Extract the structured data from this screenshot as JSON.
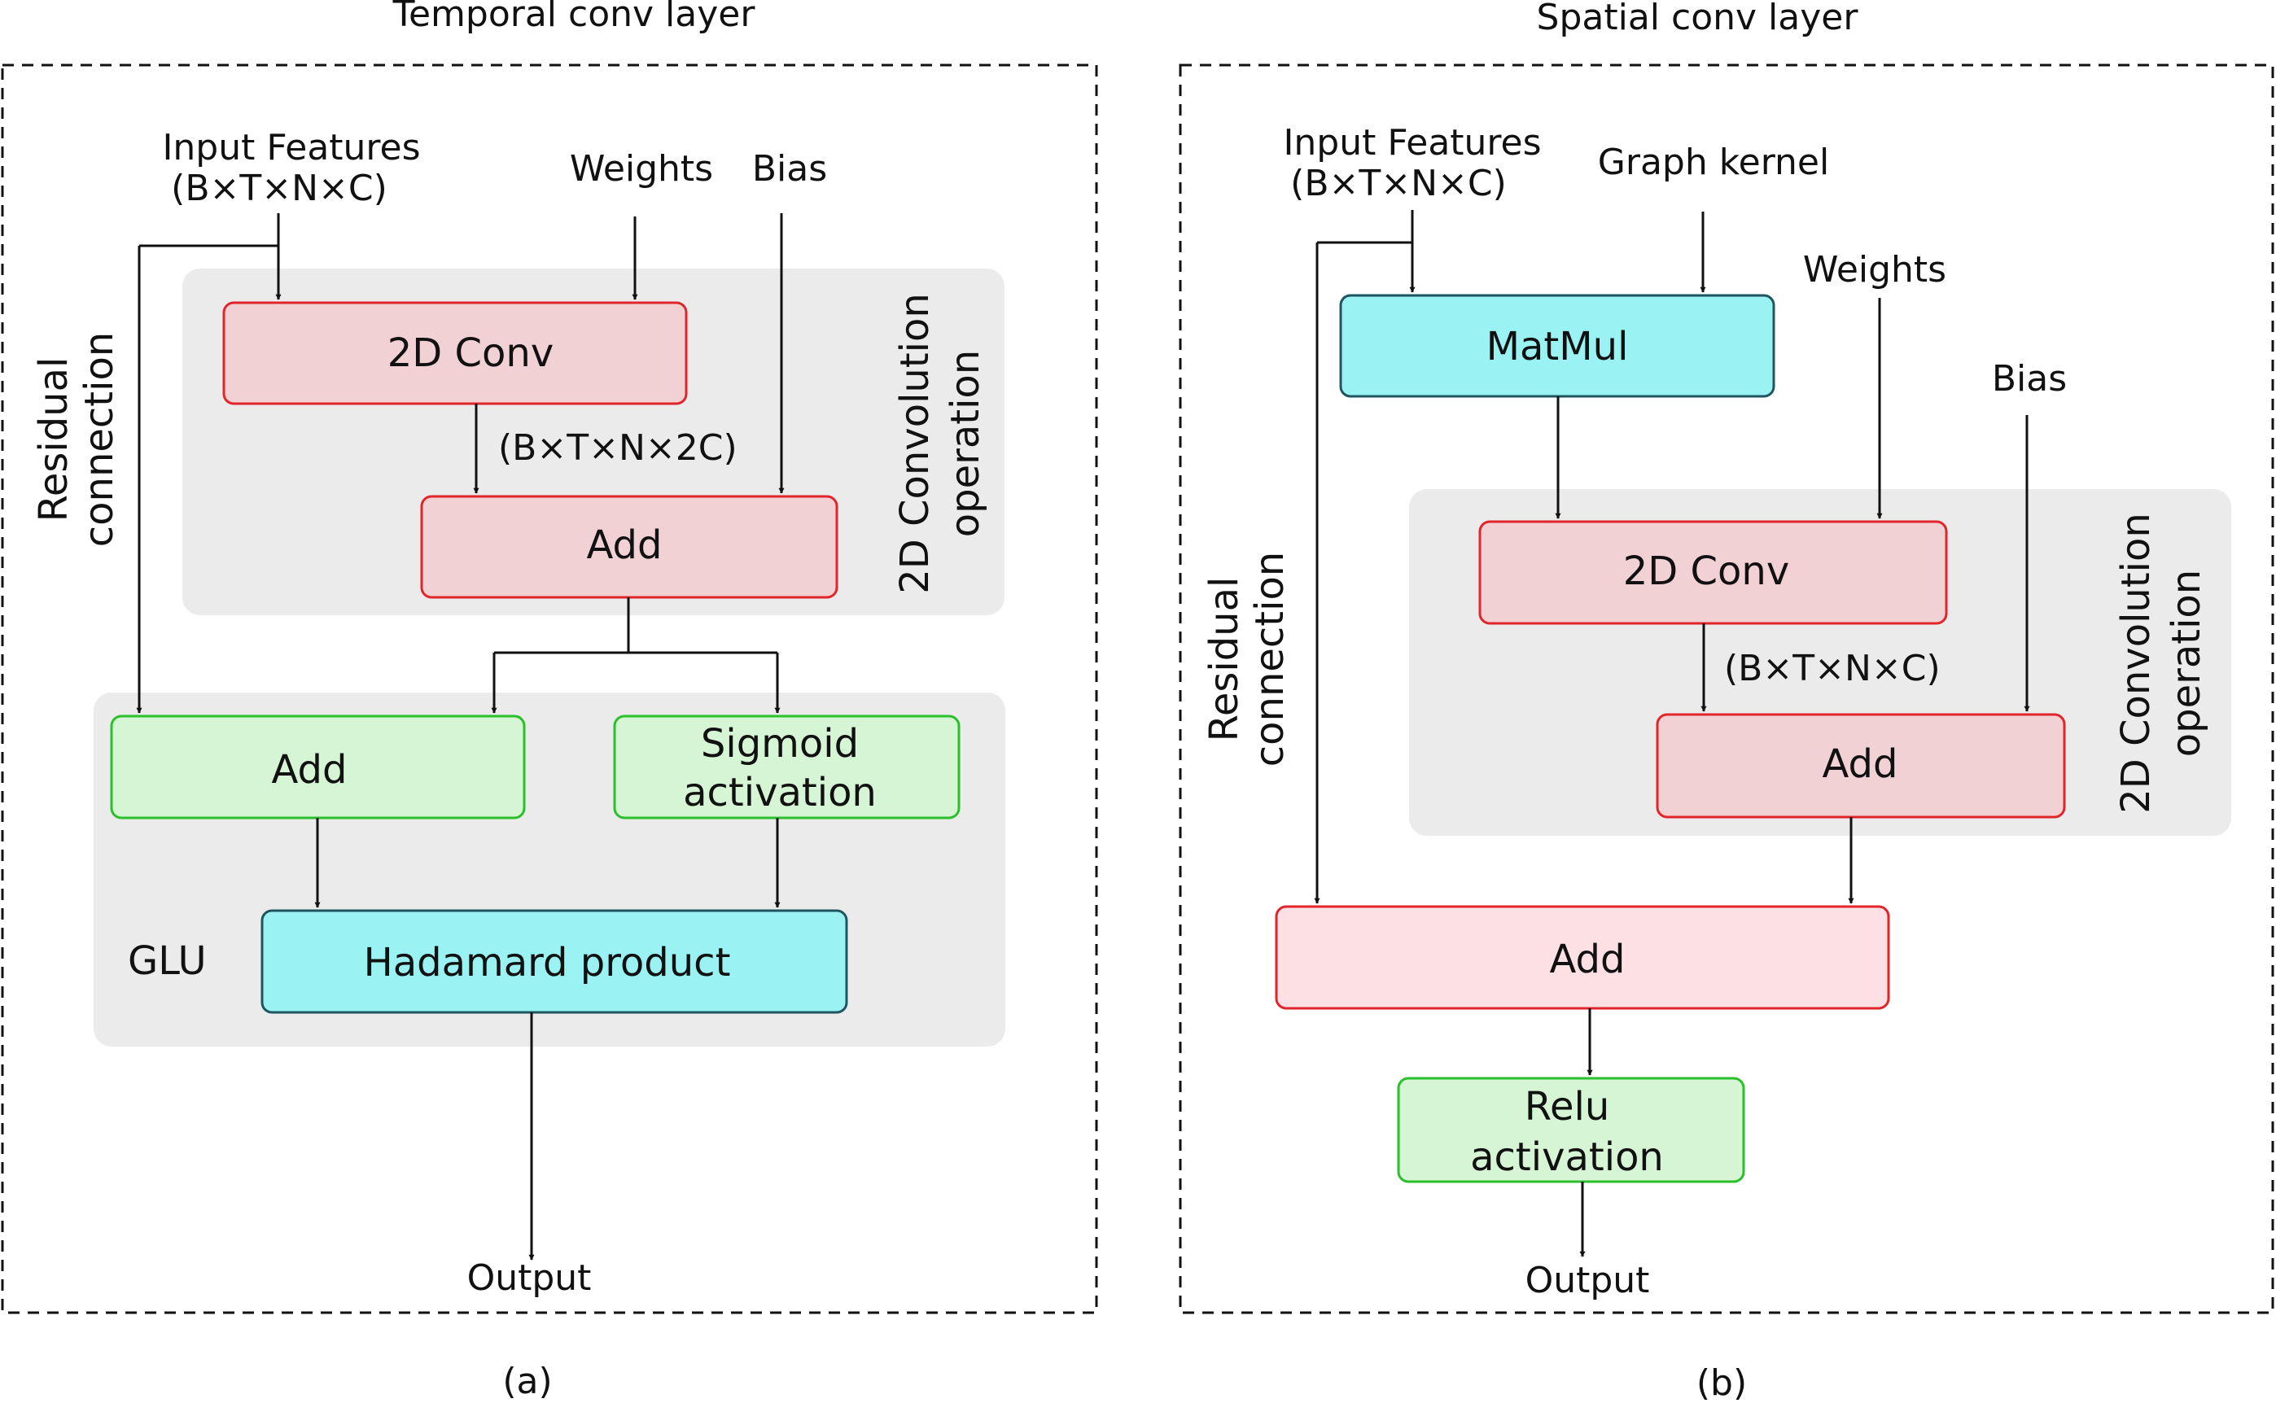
{
  "panel_a": {
    "title": "Temporal conv layer",
    "caption": "(a)",
    "input_line1": "Input Features",
    "input_line2": "(B×T×N×C)",
    "weights": "Weights",
    "bias": "Bias",
    "residual_line1": "Residual",
    "residual_line2": "connection",
    "conv_group_line1": "2D Convolution",
    "conv_group_line2": "operation",
    "conv2d": "2D Conv",
    "conv_shape": "(B×T×N×2C)",
    "add_conv": "Add",
    "add_glu": "Add",
    "sigmoid_line1": "Sigmoid",
    "sigmoid_line2": "activation",
    "glu": "GLU",
    "hadamard": "Hadamard product",
    "output": "Output"
  },
  "panel_b": {
    "title": "Spatial conv layer",
    "caption": "(b)",
    "input_line1": "Input Features",
    "input_line2": "(B×T×N×C)",
    "graph_kernel": "Graph kernel",
    "weights": "Weights",
    "bias": "Bias",
    "residual_line1": "Residual",
    "residual_line2": "connection",
    "matmul": "MatMul",
    "conv_group_line1": "2D Convolution",
    "conv_group_line2": "operation",
    "conv2d": "2D Conv",
    "conv_shape": "(B×T×N×C)",
    "add_conv": "Add",
    "add_residual": "Add",
    "relu_line1": "Relu",
    "relu_line2": "activation",
    "output": "Output"
  },
  "colors": {
    "red_fill": "#f2d1d4",
    "red_stroke": "#e0262b",
    "pink_fill": "#fde0e4",
    "green_fill": "#d6f5d4",
    "green_stroke": "#2bbf2b",
    "cyan_fill": "#9af2f2",
    "cyan_stroke": "#1f5560",
    "group_fill": "#ebebeb"
  }
}
